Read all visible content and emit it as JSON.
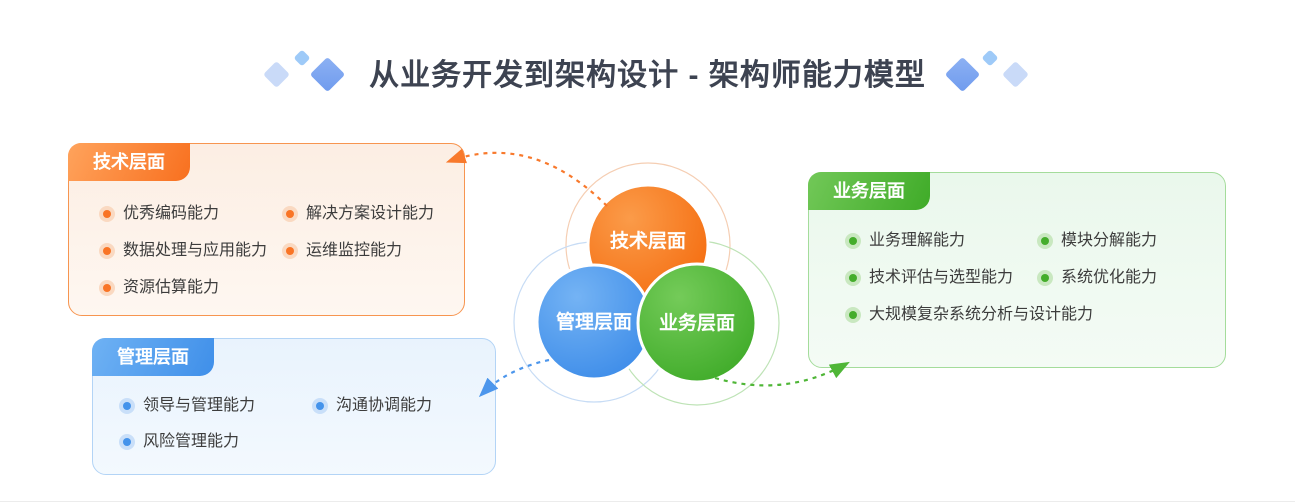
{
  "title": {
    "text": "从业务开发到架构设计 - 架构师能力模型"
  },
  "colors": {
    "accent_orange": "#F8701F",
    "accent_blue": "#3F8FE9",
    "accent_green": "#3FAB28",
    "title_text": "#3D4351",
    "item_text": "#3C3C3C"
  },
  "cards": [
    {
      "id": "tech",
      "tab": "技术层面",
      "items": [
        "优秀编码能力",
        "解决方案设计能力",
        "数据处理与应用能力",
        "运维监控能力",
        "资源估算能力"
      ]
    },
    {
      "id": "mgmt",
      "tab": "管理层面",
      "items": [
        "领导与管理能力",
        "沟通协调能力",
        "风险管理能力"
      ]
    },
    {
      "id": "biz",
      "tab": "业务层面",
      "items": [
        "业务理解能力",
        "模块分解能力",
        "技术评估与选型能力",
        "系统优化能力",
        "大规模复杂系统分析与设计能力"
      ]
    }
  ],
  "venn": {
    "circles": [
      {
        "label": "技术层面",
        "color": "#F8701F"
      },
      {
        "label": "管理层面",
        "color": "#3F8FE9"
      },
      {
        "label": "业务层面",
        "color": "#3FAB28"
      }
    ]
  }
}
